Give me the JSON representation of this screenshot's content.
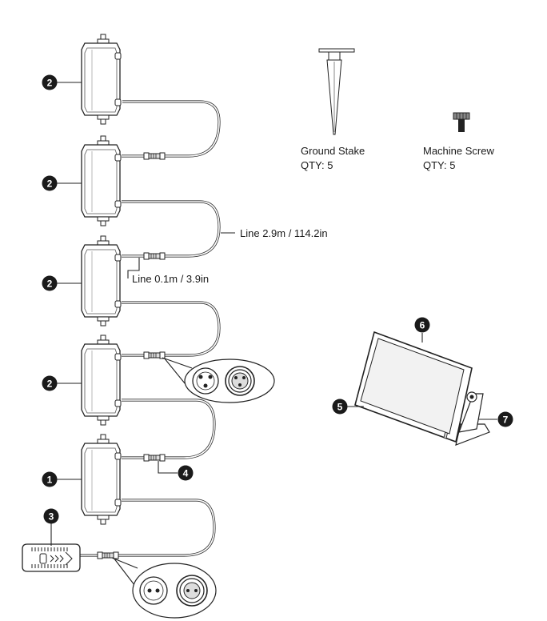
{
  "callouts": {
    "c1": "1",
    "c2a": "2",
    "c2b": "2",
    "c2c": "2",
    "c2d": "2",
    "c3": "3",
    "c4": "4",
    "c5": "5",
    "c6": "6",
    "c7": "7"
  },
  "labels": {
    "ground_stake_name": "Ground Stake",
    "ground_stake_qty": "QTY: 5",
    "machine_screw_name": "Machine Screw",
    "machine_screw_qty": "QTY: 5",
    "long_line": "Line 2.9m / 114.2in",
    "short_line": "Line 0.1m / 3.9in"
  },
  "colors": {
    "ink": "#1a1a1a",
    "badge": "#1a1a1a",
    "panel_face": "#f2f2f2"
  },
  "icons": [
    "ground-stake-icon",
    "machine-screw-icon",
    "light-unit-icon",
    "power-adapter-icon",
    "connector-plug-icon",
    "solar-panel-icon"
  ]
}
